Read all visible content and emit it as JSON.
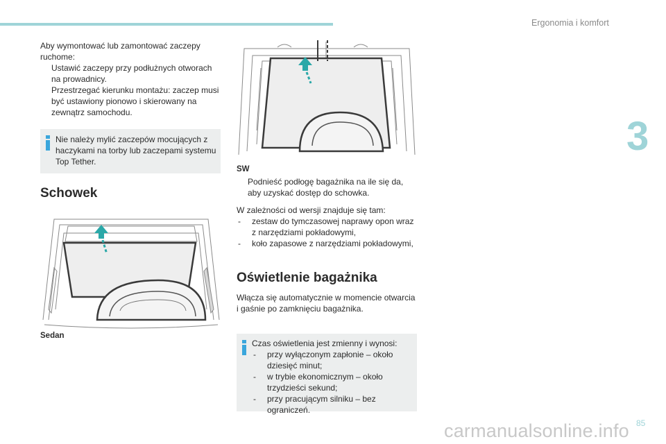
{
  "header": {
    "section_title": "Ergonomia i komfort",
    "chapter": "3"
  },
  "left": {
    "intro": "Aby wymontować lub zamontować zaczepy ruchome:",
    "bullets": [
      "Ustawić zaczepy przy podłużnych otworach na prowadnicy.",
      "Przestrzegać kierunku montażu: zaczep musi być ustawiony pionowo i skierowany na zewnątrz samochodu."
    ],
    "note": "Nie należy mylić zaczepów mocujących z haczykami na torby lub zaczepami systemu Top Tether.",
    "heading": "Schowek",
    "caption": "Sedan"
  },
  "right": {
    "caption": "SW",
    "bullet": "Podnieść podłogę bagażnika na ile się da, aby uzyskać dostęp do schowka.",
    "intro": "W zależności od wersji znajduje się tam:",
    "dashes": [
      "zestaw do tymczasowej naprawy opon wraz z narzędziami pokładowymi,",
      "koło zapasowe z narzędziami pokładowymi,"
    ],
    "heading": "Oświetlenie bagażnika",
    "para": "Włącza się automatycznie w momencie otwarcia i gaśnie po zamknięciu bagażnika.",
    "note": {
      "intro": "Czas oświetlenia jest zmienny i wynosi:",
      "items": [
        "przy wyłączonym zapłonie – około dziesięć minut;",
        "w trybie ekonomicznym – około trzydzieści sekund;",
        "przy pracującym silniku – bez ograniczeń."
      ]
    }
  },
  "symbols": {
    "bullet": "",
    "dash": "-"
  },
  "footer": {
    "page_number": "85",
    "watermark": "carmanualsonline.info"
  },
  "colors": {
    "accent": "#9fd4d8",
    "note_bg": "#eceeee",
    "info_icon": "#3aa6dc",
    "arrow": "#2aa8a8"
  }
}
